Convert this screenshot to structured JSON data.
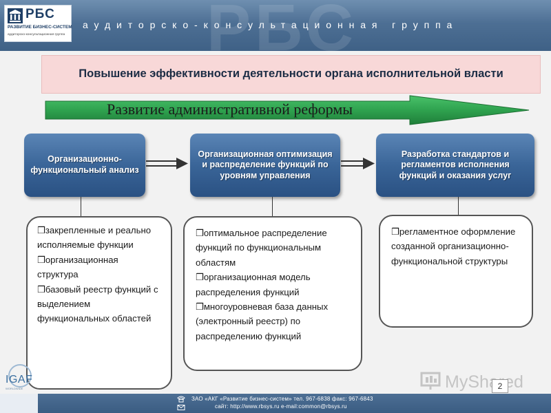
{
  "header": {
    "logo_title": "РБС",
    "logo_subtitle": "РАЗВИТИЕ БИЗНЕС-СИСТЕМ",
    "logo_subtitle2": "аудиторско-консультационная группа",
    "watermark": "РБС",
    "tagline": "аудиторско-консультационная группа"
  },
  "title": "Повышение эффективности деятельности органа исполнительной власти",
  "reform_arrow_label": "Развитие административной реформы",
  "stages": [
    {
      "label": "Организационно-функциональный анализ",
      "items": [
        "❒закрепленные и реально исполняемые функции",
        "❒организационная структура",
        "❒базовый реестр функций с выделением функциональных областей"
      ]
    },
    {
      "label": "Организационная оптимизация и распределение функций по уровням управления",
      "items": [
        "❒оптимальное распределение функций по функциональным областям",
        "❒организационная модель распределения функций",
        "❒многоуровневая база данных (электронный реестр) по распределению функций"
      ]
    },
    {
      "label": "Разработка стандартов и регламентов исполнения функций и оказания услуг",
      "items": [
        "❒регламентное оформление созданной организационно-функциональной структуры"
      ]
    }
  ],
  "icons": {
    "logo": "rbs-logo-icon",
    "arrow": "double-line-right-arrow-icon",
    "phone": "phone-icon",
    "mail": "envelope-icon",
    "igaf": "igaf-logo"
  },
  "branding": {
    "igaf_text": "IGAF",
    "igaf_sub": "WORLDWIDE",
    "myshared": "MyShared"
  },
  "page_number": "2",
  "footer": {
    "line1": "ЗАО «АКГ «Развитие бизнес-систем» тел. 967-6838 факс: 967-6843",
    "line2": "сайт: http://www.rbsys.ru   e-mail:common@rbsys.ru"
  },
  "colors": {
    "header": "#4d6f94",
    "title_bg": "#f8d8d8",
    "arrow": "#2fa24f",
    "pill": "#3a6598",
    "footer": "#3a5c82"
  }
}
